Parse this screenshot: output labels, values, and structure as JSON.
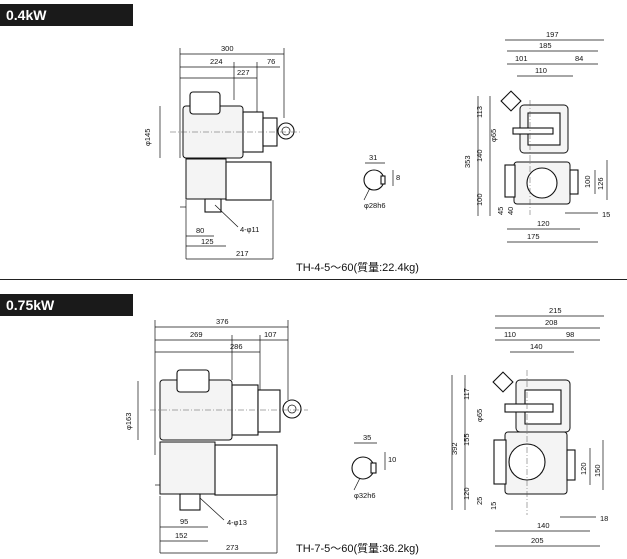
{
  "sections": [
    {
      "label": "0.4kW",
      "caption": "TH-4-5～60(質量:22.4kg)",
      "side_dims": {
        "overall": "300",
        "left": "224",
        "right": "76",
        "mid": "227",
        "motor_dia": "φ145",
        "foot_a": "80",
        "foot_b": "125",
        "foot_c": "217",
        "bolt": "4-φ11"
      },
      "shaft_dims": {
        "w": "31",
        "h": "8",
        "dia": "φ28h6"
      },
      "front_dims": {
        "w1": "197",
        "w2": "185",
        "w3a": "101",
        "w3b": "84",
        "w4": "110",
        "h_total": "353",
        "h1": "113",
        "h2": "140",
        "h3": "100",
        "h4": "45",
        "h5": "40",
        "d1": "φ65",
        "r1": "100",
        "r2": "126",
        "b1": "15",
        "b2": "120",
        "b3": "175"
      }
    },
    {
      "label": "0.75kW",
      "caption": "TH-7-5～60(質量:36.2kg)",
      "side_dims": {
        "overall": "376",
        "left": "269",
        "right": "107",
        "mid": "286",
        "motor_dia": "φ163",
        "foot_a": "95",
        "foot_b": "152",
        "foot_c": "273",
        "bolt": "4-φ13"
      },
      "shaft_dims": {
        "w": "35",
        "h": "10",
        "dia": "φ32h6"
      },
      "front_dims": {
        "w1": "215",
        "w2": "208",
        "w3a": "110",
        "w3b": "98",
        "w4": "140",
        "h_total": "392",
        "h1": "117",
        "h2": "155",
        "h3": "120",
        "h4": "25",
        "h5": "15",
        "d1": "φ65",
        "r1": "120",
        "r2": "150",
        "b1": "18",
        "b2": "140",
        "b3": "205"
      }
    }
  ]
}
